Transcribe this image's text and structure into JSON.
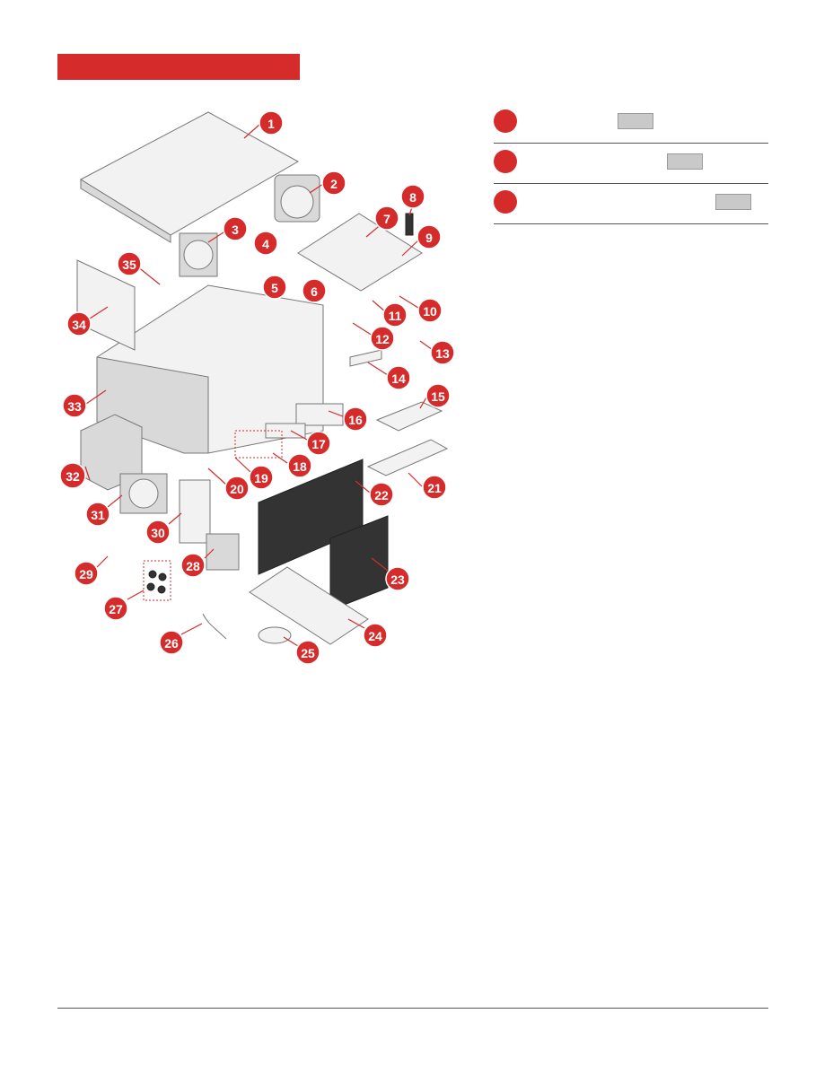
{
  "header": {
    "title": ""
  },
  "legend": {
    "rows": [
      {
        "label": "",
        "chip": ""
      },
      {
        "label": "",
        "chip": ""
      },
      {
        "label": "",
        "chip": ""
      }
    ]
  },
  "callouts": [
    "1",
    "2",
    "3",
    "4",
    "5",
    "6",
    "7",
    "8",
    "9",
    "10",
    "11",
    "12",
    "13",
    "14",
    "15",
    "16",
    "17",
    "18",
    "19",
    "20",
    "21",
    "22",
    "23",
    "24",
    "25",
    "26",
    "27",
    "28",
    "29",
    "30",
    "31",
    "32",
    "33",
    "34",
    "35"
  ],
  "colors": {
    "accent": "#d52b2b",
    "chip": "#c9c9c9",
    "rule": "#555555"
  }
}
